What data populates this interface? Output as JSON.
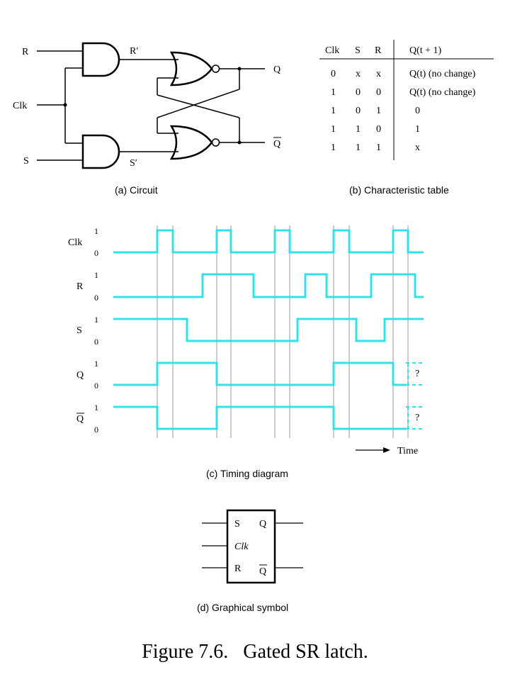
{
  "circuit": {
    "labels": {
      "r_input": "R",
      "clk_input": "Clk",
      "s_input": "S",
      "r_prime": "R′",
      "s_prime": "S′",
      "q_output": "Q",
      "qbar_output": "Q"
    },
    "caption": "(a) Circuit"
  },
  "table": {
    "headers": [
      "Clk",
      "S",
      "R",
      "Q(t + 1)"
    ],
    "rows": [
      [
        "0",
        "x",
        "x",
        "Q(t) (no change)"
      ],
      [
        "1",
        "0",
        "0",
        "Q(t) (no change)"
      ],
      [
        "1",
        "0",
        "1",
        "0"
      ],
      [
        "1",
        "1",
        "0",
        "1"
      ],
      [
        "1",
        "1",
        "1",
        "x"
      ]
    ],
    "caption": "(b) Characteristic table"
  },
  "timing": {
    "signals": [
      {
        "name": "Clk",
        "high_label": "1",
        "low_label": "0"
      },
      {
        "name": "R",
        "high_label": "1",
        "low_label": "0"
      },
      {
        "name": "S",
        "high_label": "1",
        "low_label": "0"
      },
      {
        "name": "Q",
        "high_label": "1",
        "low_label": "0"
      },
      {
        "name": "Q",
        "high_label": "1",
        "low_label": "0"
      }
    ],
    "unknown_marks": [
      "?",
      "?"
    ],
    "time_label": "Time",
    "caption": "(c) Timing diagram",
    "waveform_color": "#33E0E8"
  },
  "symbol": {
    "labels": {
      "s": "S",
      "q": "Q",
      "clk": "Clk",
      "r": "R",
      "qbar": "Q"
    },
    "caption": "(d) Graphical symbol"
  },
  "figure_title": "Figure 7.6.   Gated SR latch."
}
